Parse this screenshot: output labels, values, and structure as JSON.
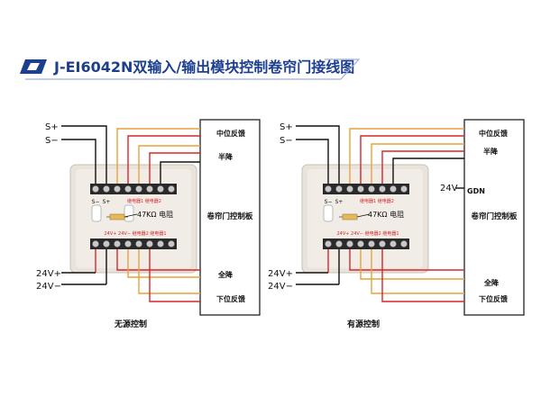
{
  "title": "J-EI6042N双输入/输出模块控制卷帘门接线图",
  "colors": {
    "title": "#1d3f8f",
    "logo": "#1d3f8f",
    "wire_orange": "#e8a23a",
    "wire_red": "#d8262a",
    "wire_black": "#111111",
    "module_body": "#e9e3dc",
    "terminal": "#222222"
  },
  "left": {
    "caption": "无源控制",
    "s_plus": "S+",
    "s_minus": "S−",
    "v_plus": "24V+",
    "v_minus": "24V−",
    "resistor": "47KΩ 电阻",
    "panel_title": "卷帘门控制板",
    "panel_labels": [
      "中位反馈",
      "半降",
      "全降",
      "下位反馈"
    ],
    "module_s_labels": [
      "S−",
      "S+"
    ],
    "module_top_text": "继电器1 继电器2",
    "module_bottom_text": "24V+ 24V−  继电器2 继电器1"
  },
  "right": {
    "caption": "有源控制",
    "s_plus": "S+",
    "s_minus": "S−",
    "v_plus": "24V+",
    "v_minus": "24V−",
    "v_minus_gdn": "24V−",
    "gdn_label": "GDN",
    "resistor": "47KΩ 电阻",
    "panel_title": "卷帘门控制板",
    "panel_labels": [
      "中位反馈",
      "半降",
      "全降",
      "下位反馈"
    ],
    "module_s_labels": [
      "S−",
      "S+"
    ],
    "module_top_text": "继电器1 继电器2",
    "module_bottom_text": "24V+ 24V−  继电器2 继电器1"
  }
}
